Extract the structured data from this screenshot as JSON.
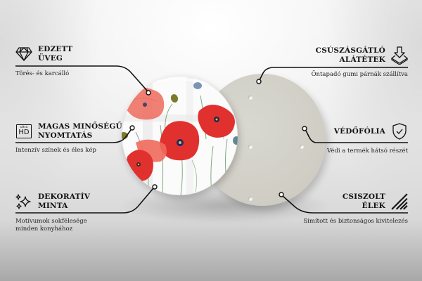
{
  "features": {
    "left": [
      {
        "icon": "diamond-icon",
        "title_line1": "EDZETT",
        "title_line2": "ÜVEG",
        "description": "Törés- és karcálló"
      },
      {
        "icon": "ultra-hd-icon",
        "icon_text_small": "ultra",
        "icon_text_large": "HD",
        "title_line1": "MAGAS MINŐSÉGŰ",
        "title_line2": "NYOMTATÁS",
        "description": "Intenzív színek és éles kép"
      },
      {
        "icon": "sparkle-icon",
        "title_line1": "DEKORATÍV",
        "title_line2": "MINTA",
        "description_line1": "Motívumok sokfélesége",
        "description_line2": "minden konyhához"
      }
    ],
    "right": [
      {
        "icon": "download-tray-icon",
        "title_line1": "CSÚSZÁSGÁTLÓ",
        "title_line2": "ALÁTÉTEK",
        "description": "Öntapadó gumi párnák szállítva"
      },
      {
        "icon": "shield-check-icon",
        "title_line1": "VÉDŐFÓLIA",
        "description": "Védi a termék hátsó részét"
      },
      {
        "icon": "polished-edge-icon",
        "title_line1": "CSISZOLT",
        "title_line2": "ÉLEK",
        "description": "Simított és biztonságos kivitelezés"
      }
    ]
  },
  "product": {
    "front_image": "watercolor-red-poppies",
    "back_color": "#cfcdc4"
  },
  "colors": {
    "line": "#111111",
    "poppy_red": "#e0312f",
    "poppy_light": "#ef6a5c",
    "bud_green": "#7a7a2a",
    "stem_green": "#6a9a6a"
  }
}
